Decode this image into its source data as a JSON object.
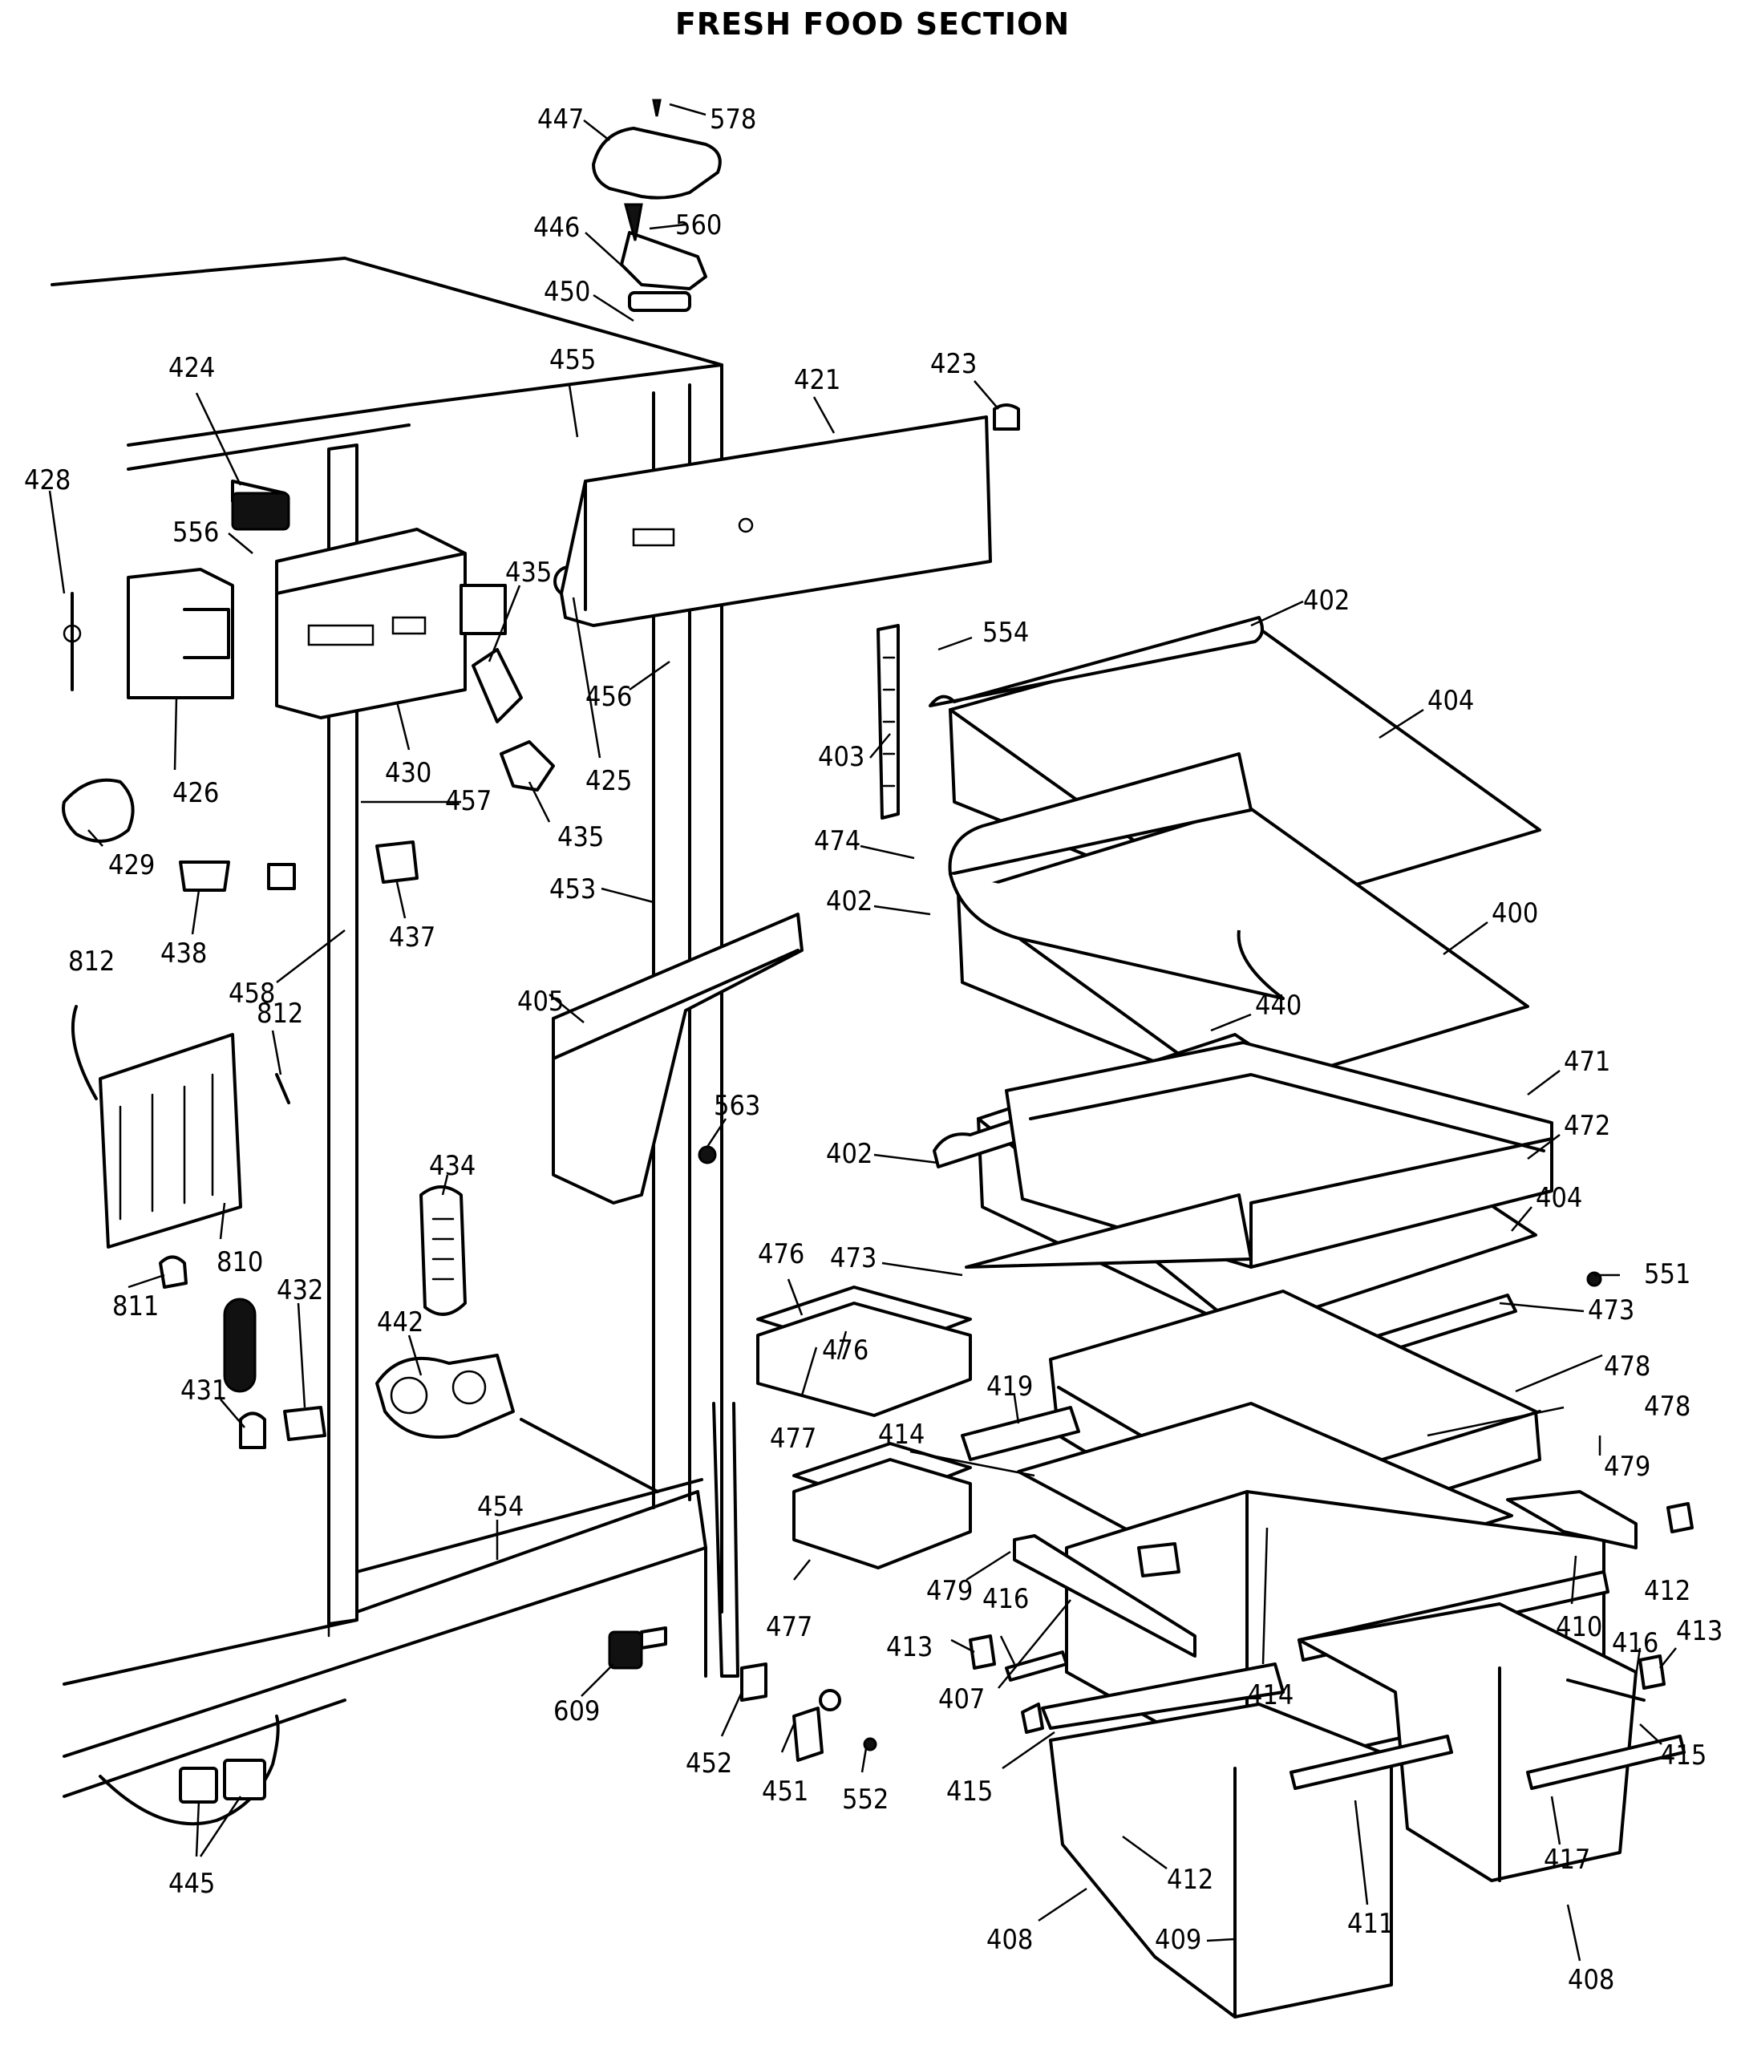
{
  "title": "FRESH FOOD SECTION",
  "callouts": [
    {
      "id": "447",
      "label": "447"
    },
    {
      "id": "578",
      "label": "578"
    },
    {
      "id": "446",
      "label": "446"
    },
    {
      "id": "560",
      "label": "560"
    },
    {
      "id": "450",
      "label": "450"
    },
    {
      "id": "455",
      "label": "455"
    },
    {
      "id": "421",
      "label": "421"
    },
    {
      "id": "423",
      "label": "423"
    },
    {
      "id": "424",
      "label": "424"
    },
    {
      "id": "428",
      "label": "428"
    },
    {
      "id": "556",
      "label": "556"
    },
    {
      "id": "435a",
      "label": "435"
    },
    {
      "id": "426",
      "label": "426"
    },
    {
      "id": "430",
      "label": "430"
    },
    {
      "id": "456",
      "label": "456"
    },
    {
      "id": "425",
      "label": "425"
    },
    {
      "id": "457",
      "label": "457"
    },
    {
      "id": "435b",
      "label": "435"
    },
    {
      "id": "429",
      "label": "429"
    },
    {
      "id": "438",
      "label": "438"
    },
    {
      "id": "437",
      "label": "437"
    },
    {
      "id": "453",
      "label": "453"
    },
    {
      "id": "458",
      "label": "458"
    },
    {
      "id": "812a",
      "label": "812"
    },
    {
      "id": "812b",
      "label": "812"
    },
    {
      "id": "405",
      "label": "405"
    },
    {
      "id": "810",
      "label": "810"
    },
    {
      "id": "811",
      "label": "811"
    },
    {
      "id": "434",
      "label": "434"
    },
    {
      "id": "563",
      "label": "563"
    },
    {
      "id": "432",
      "label": "432"
    },
    {
      "id": "431",
      "label": "431"
    },
    {
      "id": "442",
      "label": "442"
    },
    {
      "id": "454",
      "label": "454"
    },
    {
      "id": "609",
      "label": "609"
    },
    {
      "id": "452",
      "label": "452"
    },
    {
      "id": "451",
      "label": "451"
    },
    {
      "id": "552",
      "label": "552"
    },
    {
      "id": "445",
      "label": "445"
    },
    {
      "id": "554",
      "label": "554"
    },
    {
      "id": "402a",
      "label": "402"
    },
    {
      "id": "404a",
      "label": "404"
    },
    {
      "id": "403",
      "label": "403"
    },
    {
      "id": "474",
      "label": "474"
    },
    {
      "id": "402b",
      "label": "402"
    },
    {
      "id": "400",
      "label": "400"
    },
    {
      "id": "440",
      "label": "440"
    },
    {
      "id": "471",
      "label": "471"
    },
    {
      "id": "472",
      "label": "472"
    },
    {
      "id": "402c",
      "label": "402"
    },
    {
      "id": "404b",
      "label": "404"
    },
    {
      "id": "551",
      "label": "551"
    },
    {
      "id": "476a",
      "label": "476"
    },
    {
      "id": "473a",
      "label": "473"
    },
    {
      "id": "473b",
      "label": "473"
    },
    {
      "id": "478a",
      "label": "478"
    },
    {
      "id": "478b",
      "label": "478"
    },
    {
      "id": "419",
      "label": "419"
    },
    {
      "id": "476b",
      "label": "476"
    },
    {
      "id": "414a",
      "label": "414"
    },
    {
      "id": "477a",
      "label": "477"
    },
    {
      "id": "479a",
      "label": "479"
    },
    {
      "id": "412a",
      "label": "412"
    },
    {
      "id": "477b",
      "label": "477"
    },
    {
      "id": "479b",
      "label": "479"
    },
    {
      "id": "416a",
      "label": "416"
    },
    {
      "id": "410",
      "label": "410"
    },
    {
      "id": "416b",
      "label": "416"
    },
    {
      "id": "413a",
      "label": "413"
    },
    {
      "id": "413b",
      "label": "413"
    },
    {
      "id": "414b",
      "label": "414"
    },
    {
      "id": "407",
      "label": "407"
    },
    {
      "id": "415a",
      "label": "415"
    },
    {
      "id": "415b",
      "label": "415"
    },
    {
      "id": "412b",
      "label": "412"
    },
    {
      "id": "417",
      "label": "417"
    },
    {
      "id": "408a",
      "label": "408"
    },
    {
      "id": "409",
      "label": "409"
    },
    {
      "id": "411",
      "label": "411"
    },
    {
      "id": "408b",
      "label": "408"
    }
  ]
}
